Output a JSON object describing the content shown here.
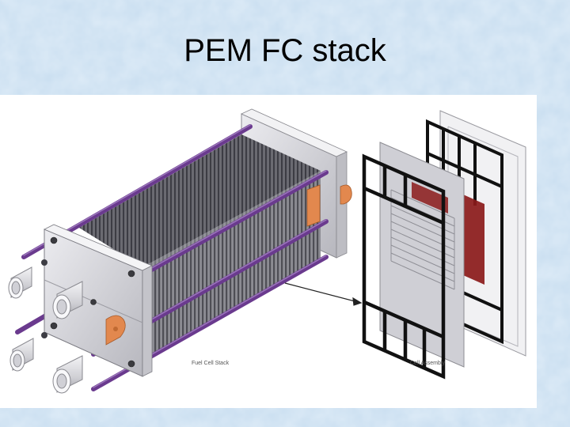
{
  "slide": {
    "title": "PEM FC stack"
  },
  "figure": {
    "left_caption": "Fuel Cell Stack",
    "right_caption": "Cell Assembly"
  },
  "colors": {
    "background": "#cfe3f3",
    "tie_rod": "#6a3a8e",
    "end_plate": "#d9d9de",
    "fin_dark": "#5c5c63",
    "terminal": "#e2884e",
    "gasket": "#111111",
    "membrane": "#8b1a1a"
  }
}
